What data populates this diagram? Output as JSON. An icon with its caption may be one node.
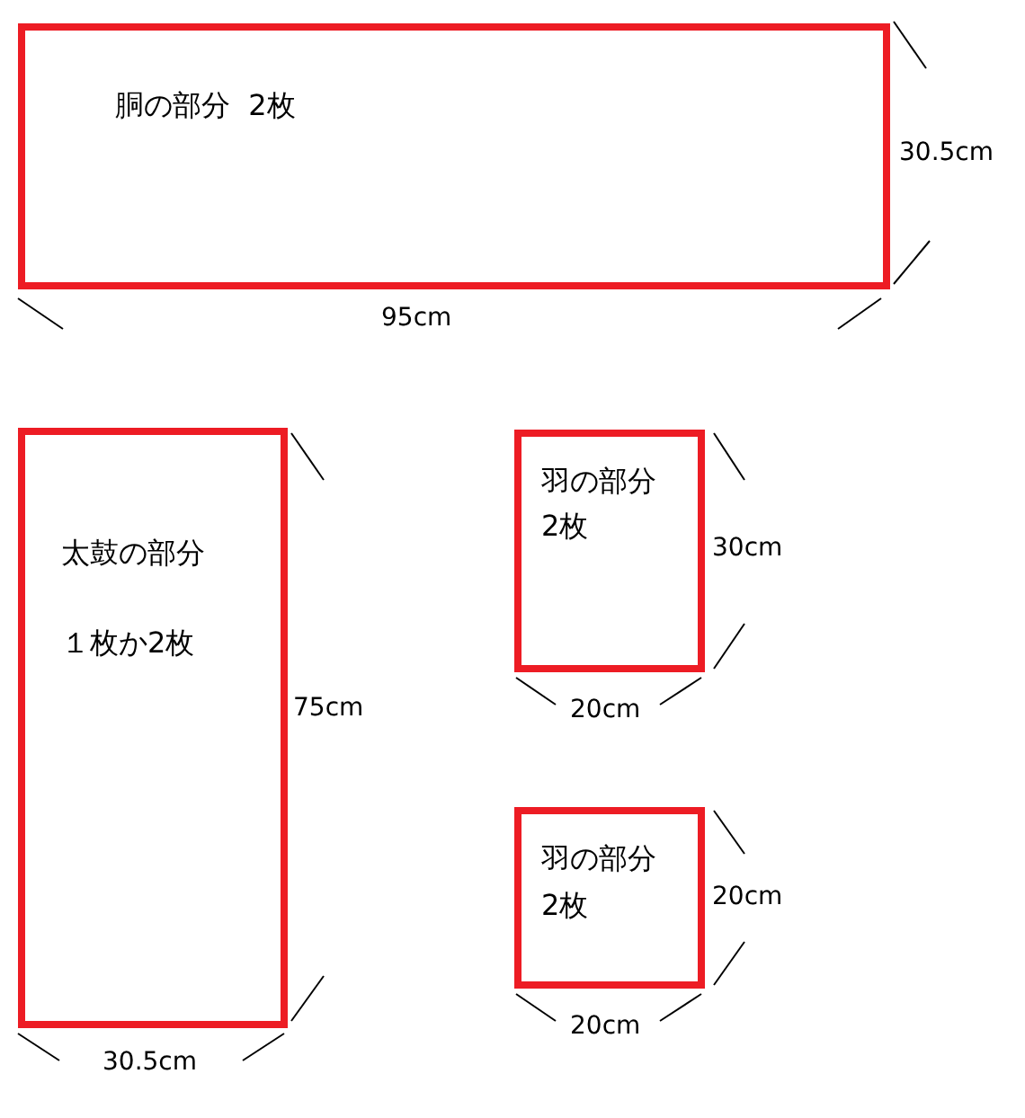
{
  "diagram": {
    "nodes": [
      {
        "text": [
          "胴の部分  2枚"
        ]
      },
      {
        "text": [
          "太鼓の部分",
          "１枚か2枚"
        ]
      },
      {
        "text": [
          "羽の部分",
          "2枚"
        ]
      },
      {
        "text": [
          "羽の部分",
          "2枚"
        ]
      }
    ],
    "labels": [
      "30.5cm",
      "95cm",
      "75cm",
      "30.5cm",
      "30cm",
      "20cm",
      "20cm",
      "20cm"
    ]
  }
}
